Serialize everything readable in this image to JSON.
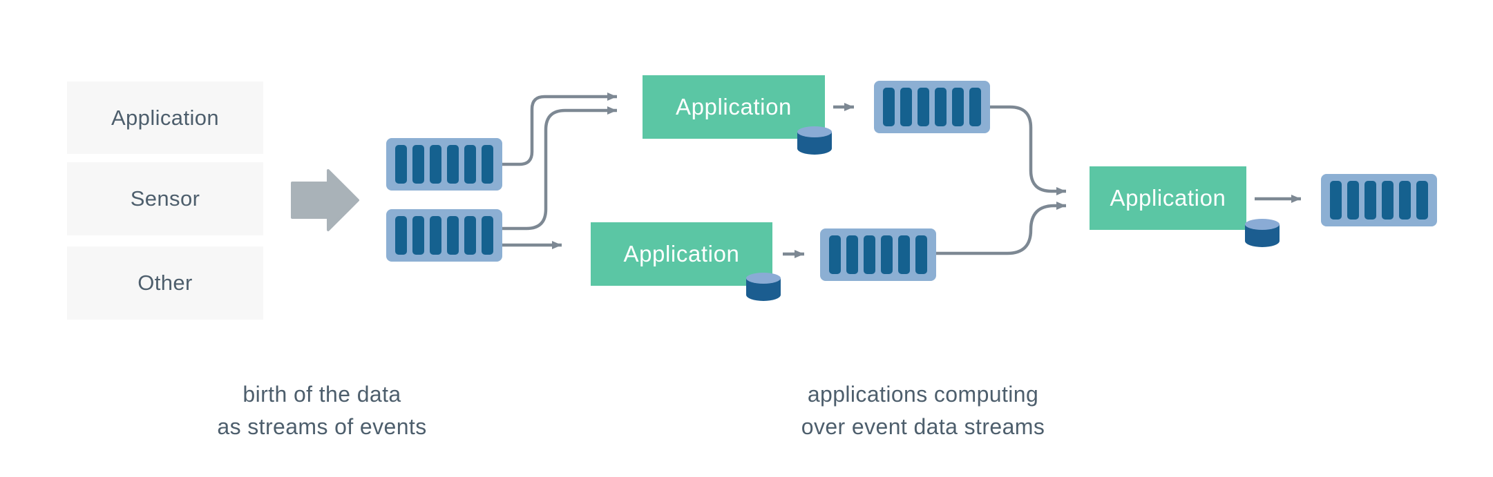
{
  "colors": {
    "canvas": "#ffffff",
    "source-bg": "#f7f7f7",
    "text-dark": "#4d5e6c",
    "app-green": "#5bc6a4",
    "app-text": "#ffffff",
    "stream-bg": "#8cafd3",
    "stream-bar": "#15618f",
    "cyl-body": "#1b5d90",
    "cyl-top": "#8aabd5",
    "connector": "#7d8893",
    "big-arrow": "#a9b2b8"
  },
  "source_panel": {
    "items": [
      {
        "label": "Application"
      },
      {
        "label": "Sensor"
      },
      {
        "label": "Other"
      }
    ]
  },
  "applications": [
    {
      "label": "Application"
    },
    {
      "label": "Application"
    },
    {
      "label": "Application"
    }
  ],
  "streams": {
    "count": 5,
    "segments_per_stream": 6
  },
  "icons": {
    "flow_arrow": "right-arrow",
    "stream": "event-stream-queue",
    "database": "database-cylinder"
  },
  "captions": {
    "left": {
      "line1": "birth of the data",
      "line2": "as streams of events"
    },
    "right": {
      "line1": "applications computing",
      "line2": "over event data streams"
    }
  }
}
